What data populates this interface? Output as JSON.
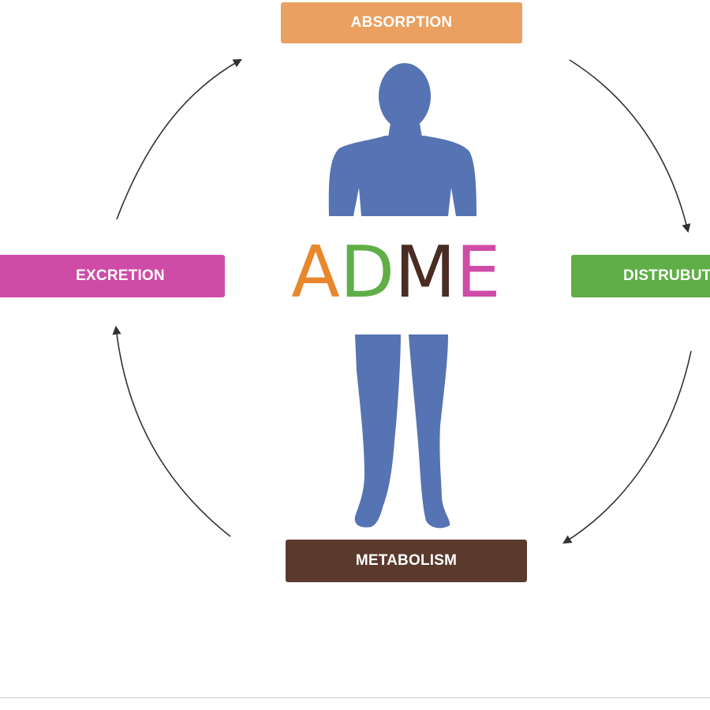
{
  "boxes": {
    "absorption": {
      "label": "ABSORPTION",
      "color": "#E9A060"
    },
    "distribution": {
      "label": "DISTRUBUTION",
      "color": "#5FAE48"
    },
    "metabolism": {
      "label": "METABOLISM",
      "color": "#5B3A2E"
    },
    "excretion": {
      "label": "EXCRETION",
      "color": "#CF4CA6"
    }
  },
  "title_letters": [
    {
      "char": "A",
      "color": "#E8872E"
    },
    {
      "char": "D",
      "color": "#5FAE48"
    },
    {
      "char": "M",
      "color": "#4A2C22"
    },
    {
      "char": "E",
      "color": "#CF4CA6"
    }
  ],
  "figure": {
    "icon": "human-body-icon",
    "color": "#5673B3"
  },
  "arrow_color": "#333333"
}
